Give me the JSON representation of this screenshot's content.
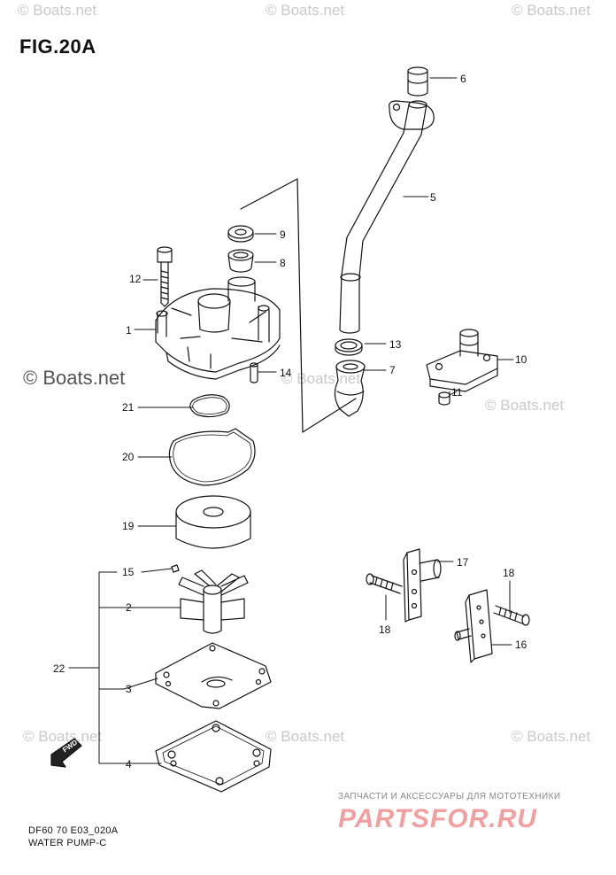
{
  "figure_title": "FIG.20A",
  "watermark_text": "© Boats.net",
  "part_numbers": {
    "p1": "1",
    "p2": "2",
    "p3": "3",
    "p4": "4",
    "p5": "5",
    "p6": "6",
    "p7": "7",
    "p8": "8",
    "p9": "9",
    "p10": "10",
    "p11": "11",
    "p12": "12",
    "p13": "13",
    "p14": "14",
    "p15": "15",
    "p16": "16",
    "p17": "17",
    "p18a": "18",
    "p18b": "18",
    "p19": "19",
    "p20": "20",
    "p21": "21",
    "p22": "22"
  },
  "fwd_label": "FWD",
  "footer": {
    "code": "DF60 70 E03_020A",
    "caption": "WATER PUMP-C"
  },
  "shop": {
    "tagline": "ЗАПЧАСТИ И АКСЕССУАРЫ ДЛЯ МОТОТЕХНИКИ",
    "brand": "PARTSFOR.RU"
  },
  "colors": {
    "line": "#111111",
    "watermark": "#c9c9c9",
    "shop_brand": "#f0a0a0"
  }
}
